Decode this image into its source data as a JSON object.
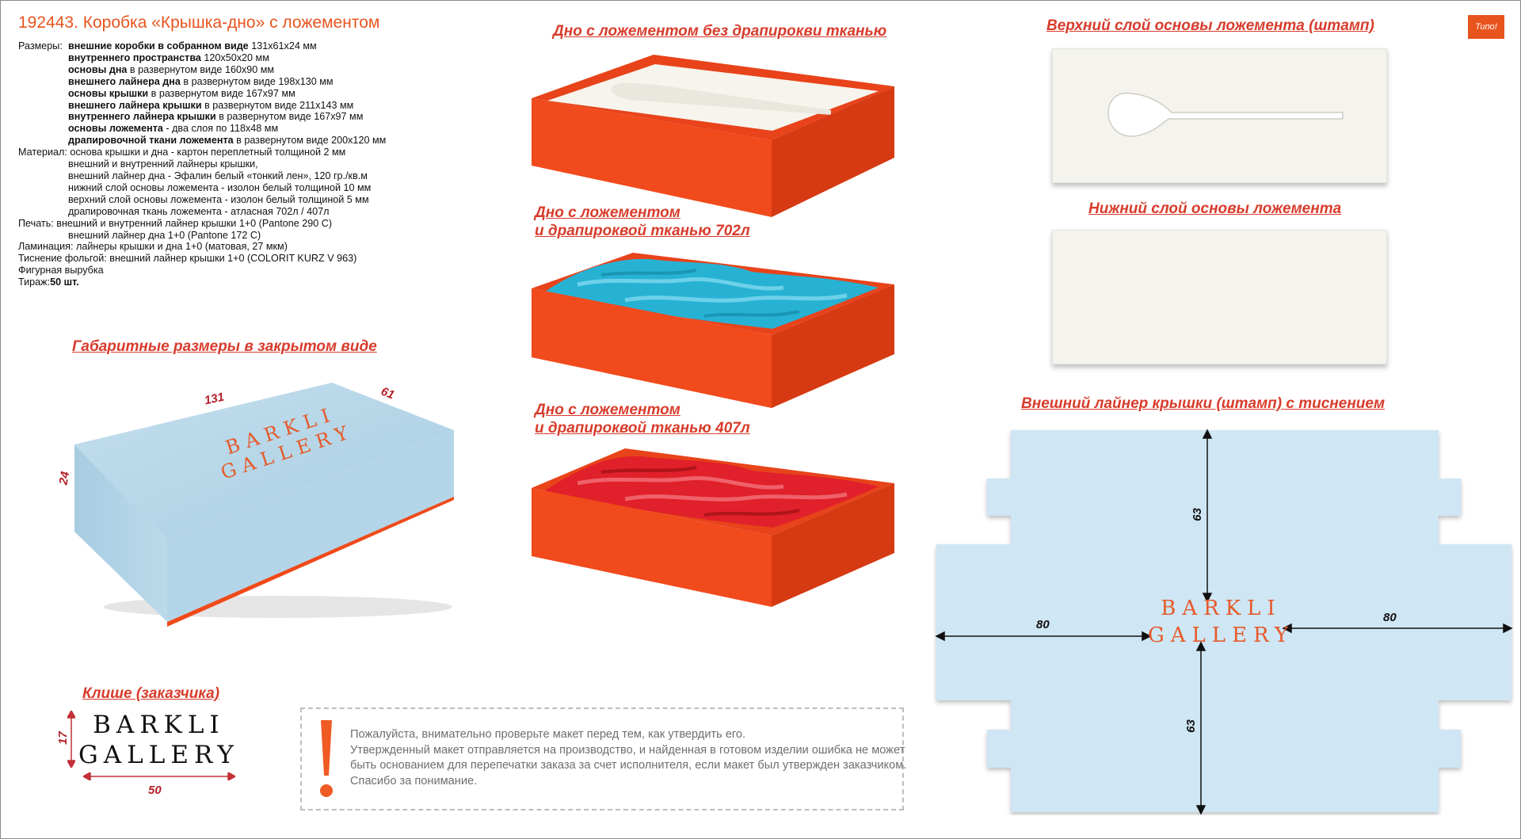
{
  "header": {
    "title": "192443. Коробка «Крышка-дно» с ложементом"
  },
  "specs": [
    {
      "key": "Размеры:",
      "bold": "внешние коробки в собранном виде",
      "rest": " 131x61x24 мм"
    },
    {
      "key": "",
      "bold": "внутреннего пространства",
      "rest": " 120x50x20 мм"
    },
    {
      "key": "",
      "bold": "основы дна",
      "rest": " в развернутом виде 160x90 мм"
    },
    {
      "key": "",
      "bold": "внешнего лайнера дна",
      "rest": " в развернутом виде 198x130 мм"
    },
    {
      "key": "",
      "bold": "основы крышки",
      "rest": " в развернутом виде 167x97 мм"
    },
    {
      "key": "",
      "bold": "внешнего лайнера крышки",
      "rest": " в развернутом виде 211x143 мм"
    },
    {
      "key": "",
      "bold": "внутреннего лайнера крышки",
      "rest": " в развернутом виде 167x97 мм"
    },
    {
      "key": "",
      "bold": "основы ложемента",
      "rest": " - два слоя по 118x48 мм"
    },
    {
      "key": "",
      "bold": "драпировочной ткани ложемента",
      "rest": " в развернутом виде 200x120 мм"
    }
  ],
  "material": [
    "Материал: основа крышки и дна - картон переплетный толщиной 2 мм",
    "внешний и внутренний лайнеры крышки,",
    "внешний лайнер дна - Эфалин белый «тонкий лен», 120 гр./кв.м",
    "нижний слой основы ложемента - изолон белый толщиной 10 мм",
    "верхний слой основы ложемента - изолон белый толщиной 5 мм",
    "драпировочная ткань ложемента - атласная 702л / 407л"
  ],
  "print": [
    "Печать: внешний и внутренний лайнер крышки 1+0 (Pantone 290 C)",
    "внешний лайнер дна 1+0 (Pantone 172 C)"
  ],
  "other_specs": [
    "Ламинация: лайнеры крышки и дна 1+0 (матовая, 27 мкм)",
    "Тиснение фольгой: внешний лайнер крышки 1+0 (COLORIT KURZ V 963)",
    "Фигурная вырубка"
  ],
  "run": {
    "label": "Тираж: ",
    "value": "50 шт."
  },
  "sections": {
    "closed": "Габаритные размеры в закрытом виде",
    "bottom_plain": "Дно с ложементом без драпирокви тканью",
    "bottom_702_l1": "Дно с ложементом",
    "bottom_702_l2": "и драпироквой тканью 702л",
    "bottom_407_l1": "Дно с ложементом",
    "bottom_407_l2": "и драпироквой тканью 407л",
    "top_layer": "Верхний слой основы ложемента (штамп)",
    "bottom_layer": "Нижний слой основы ложемента",
    "lid_liner": "Внешний лайнер крышки (штамп) с тиснением",
    "cliche": "Клише (заказчика)"
  },
  "closed_dims": {
    "length": "131",
    "width": "61",
    "height": "24"
  },
  "dieline_dims": {
    "top": "63",
    "bottom": "63",
    "left": "80",
    "right": "80"
  },
  "cliche_dims": {
    "height": "17",
    "width": "50"
  },
  "logo": {
    "line1": "BARKLI",
    "line2": "GALLERY"
  },
  "warning": [
    "Пожалуйста, внимательно проверьте макет перед тем, как утвердить его.",
    "Утвержденный макет отправляется на производство, и найденная в готовом изделии ошибка не может",
    "быть основанием для перепечатки заказа за счет исполнителя, если макет был утвержден заказчиком.",
    "Спасибо за понимание."
  ],
  "corner_logo": "Типо!",
  "colors": {
    "accent": "#e8541e",
    "heading": "#d83c2c",
    "box_orange": "#f04a1a",
    "lid_blue": "#b9d8ea",
    "satin_blue": "#27b2d4",
    "satin_red": "#e0202a"
  }
}
